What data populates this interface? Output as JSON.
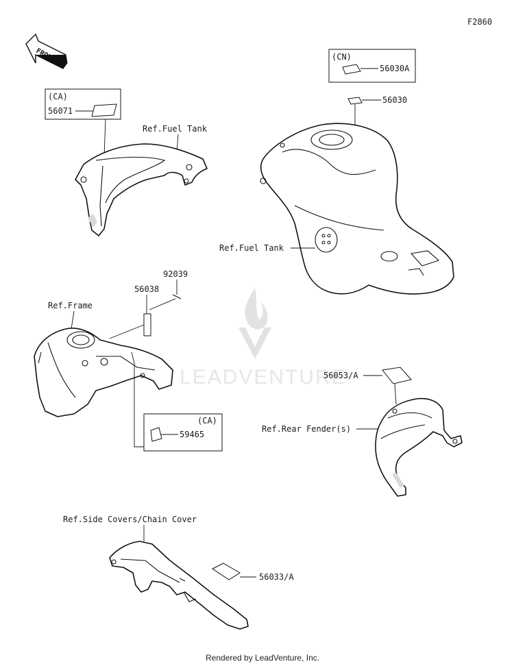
{
  "diagram_code": "F2860",
  "front_arrow": {
    "label": "FRONT"
  },
  "watermark": {
    "text": "LEADVENTURE"
  },
  "labels": {
    "part_56071": "56071",
    "ca_1": "(CA)",
    "ref_fuel_tank_1": "Ref.Fuel Tank",
    "cn": "(CN)",
    "part_56030A": "56030A",
    "part_56030": "56030",
    "ref_fuel_tank_2": "Ref.Fuel Tank",
    "part_92039": "92039",
    "part_56038": "56038",
    "ref_frame": "Ref.Frame",
    "ca_2": "(CA)",
    "part_59465": "59465",
    "part_56053A": "56053/A",
    "ref_rear_fender": "Ref.Rear Fender(s)",
    "ref_side_covers": "Ref.Side Covers/Chain Cover",
    "part_56033A": "56033/A"
  },
  "footer": {
    "text": "Rendered by LeadVenture, Inc."
  }
}
